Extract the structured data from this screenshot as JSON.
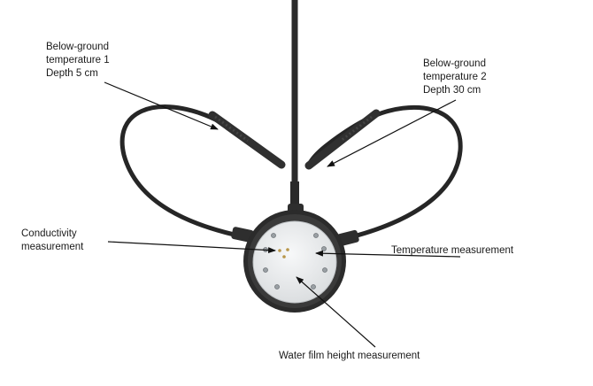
{
  "labels": {
    "below_ground_1": [
      "Below-ground",
      "temperature 1",
      "Depth 5 cm"
    ],
    "below_ground_2": [
      "Below-ground",
      "temperature 2",
      "Depth 30 cm"
    ],
    "conductivity": [
      "Conductivity",
      "measurement"
    ],
    "temperature": "Temperature measurement",
    "water_film": "Water film height measurement"
  },
  "colors": {
    "cable": "#262626",
    "sensor_face": "#eef0f1",
    "text": "#1a1a1a"
  }
}
